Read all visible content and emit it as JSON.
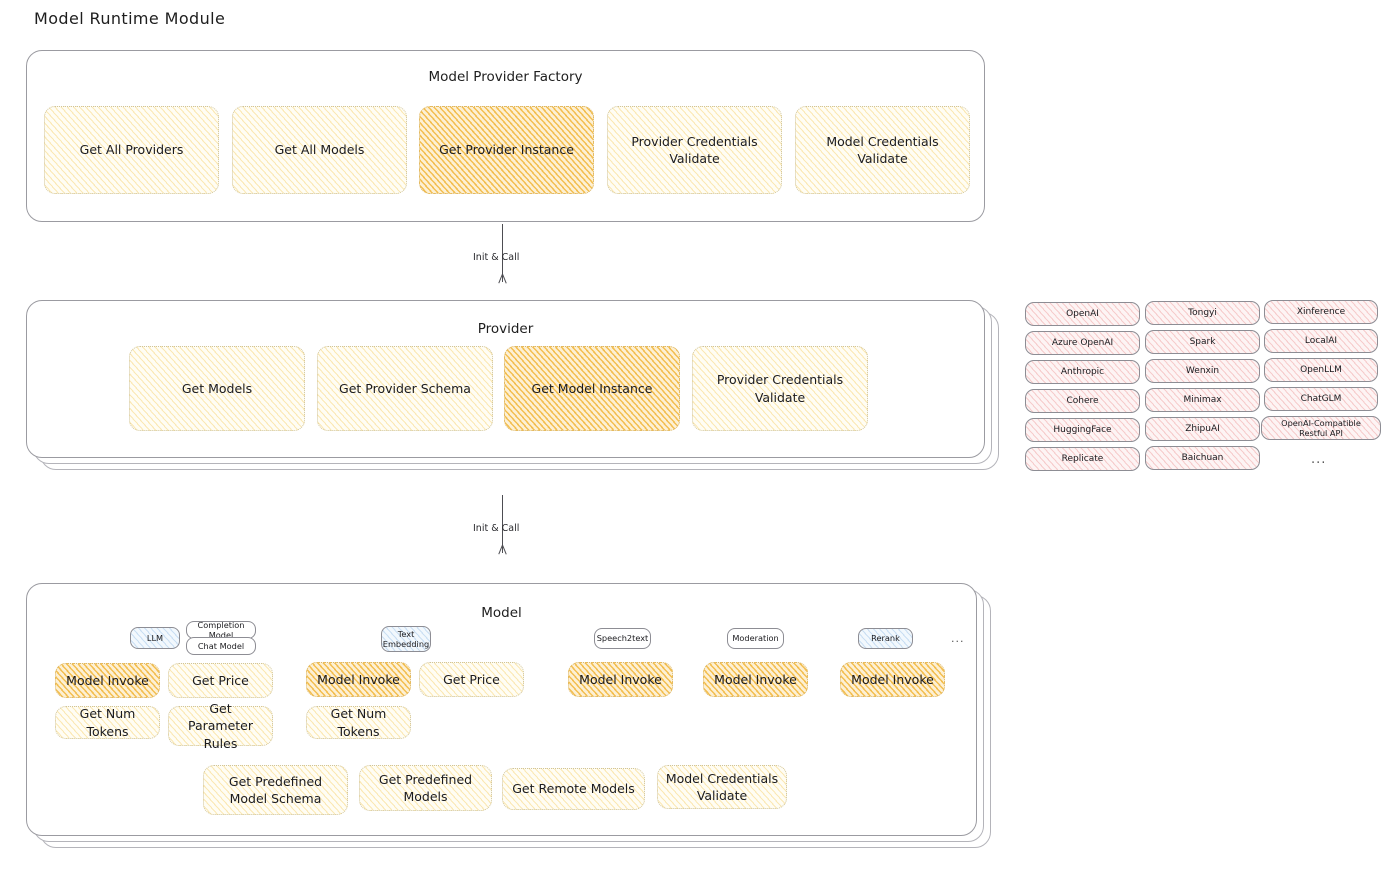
{
  "diagram": {
    "title": "Model Runtime Module"
  },
  "factory": {
    "title": "Model Provider Factory",
    "boxes": [
      {
        "label": "Get All Providers",
        "highlight": false
      },
      {
        "label": "Get All Models",
        "highlight": false
      },
      {
        "label": "Get Provider Instance",
        "highlight": true
      },
      {
        "label": "Provider Credentials Validate",
        "highlight": false
      },
      {
        "label": "Model Credentials Validate",
        "highlight": false
      }
    ]
  },
  "arrows": {
    "factory_to_provider": "Init & Call",
    "provider_to_model": "Init & Call"
  },
  "provider": {
    "title": "Provider",
    "boxes": [
      {
        "label": "Get Models",
        "highlight": false
      },
      {
        "label": "Get Provider Schema",
        "highlight": false
      },
      {
        "label": "Get Model Instance",
        "highlight": true
      },
      {
        "label": "Provider Credentials Validate",
        "highlight": false
      }
    ]
  },
  "provider_list": {
    "columns": [
      {
        "items": [
          "OpenAI",
          "Azure OpenAI",
          "Anthropic",
          "Cohere",
          "HuggingFace",
          "Replicate"
        ]
      },
      {
        "items": [
          "Tongyi",
          "Spark",
          "Wenxin",
          "Minimax",
          "ZhipuAI",
          "Baichuan"
        ]
      },
      {
        "items": [
          "Xinference",
          "LocalAI",
          "OpenLLM",
          "ChatGLM",
          "OpenAI-Compatible Restful API"
        ]
      }
    ],
    "more": "..."
  },
  "model": {
    "title": "Model",
    "more": "...",
    "types": [
      {
        "name": "LLM",
        "style": "blue"
      },
      {
        "name": "Completion Model",
        "style": "white"
      },
      {
        "name": "Chat Model",
        "style": "white"
      },
      {
        "name": "Text Embedding",
        "style": "blue"
      },
      {
        "name": "Speech2text",
        "style": "white"
      },
      {
        "name": "Moderation",
        "style": "white"
      },
      {
        "name": "Rerank",
        "style": "blue"
      }
    ],
    "groups": [
      {
        "type": "LLM",
        "boxes": [
          {
            "label": "Model Invoke",
            "highlight": true
          },
          {
            "label": "Get Price",
            "highlight": false
          },
          {
            "label": "Get Num Tokens",
            "highlight": false
          },
          {
            "label": "Get Parameter Rules",
            "highlight": false
          }
        ]
      },
      {
        "type": "Text Embedding",
        "boxes": [
          {
            "label": "Model Invoke",
            "highlight": true
          },
          {
            "label": "Get Price",
            "highlight": false
          },
          {
            "label": "Get Num Tokens",
            "highlight": false
          }
        ]
      },
      {
        "type": "Speech2text",
        "boxes": [
          {
            "label": "Model Invoke",
            "highlight": true
          }
        ]
      },
      {
        "type": "Moderation",
        "boxes": [
          {
            "label": "Model Invoke",
            "highlight": true
          }
        ]
      },
      {
        "type": "Rerank",
        "boxes": [
          {
            "label": "Model Invoke",
            "highlight": true
          }
        ]
      }
    ],
    "common_boxes": [
      {
        "label": "Get Predefined Model Schema"
      },
      {
        "label": "Get Predefined Models"
      },
      {
        "label": "Get Remote Models"
      },
      {
        "label": "Model Credentials Validate"
      }
    ]
  },
  "colors": {
    "highlight_fill": "#f0b230",
    "light_fill": "#f6cb5a",
    "provider_chip": "#e76f6f",
    "model_type_chip": "#5696d6",
    "panel_border": "#9b9ba1"
  }
}
